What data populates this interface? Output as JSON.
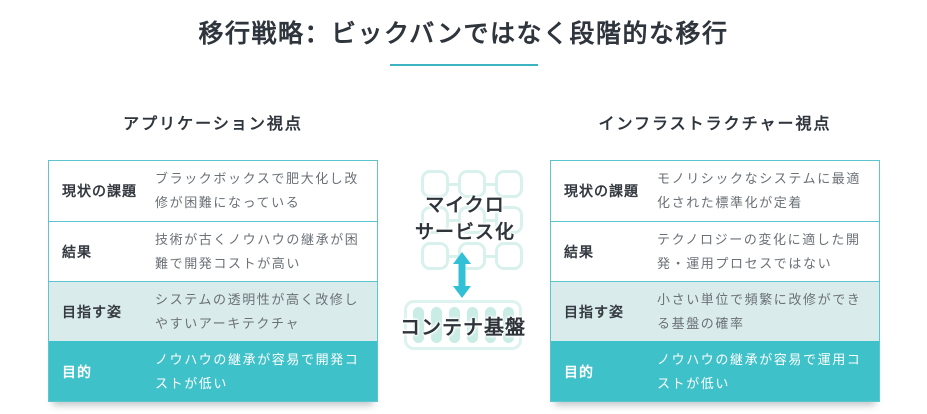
{
  "page": {
    "title": "移行戦略：ビックバンではなく段階的な移行"
  },
  "colors": {
    "accent_teal": "#3ec1c9",
    "border_teal": "#5ec5ce",
    "underline_teal": "#3db4c4",
    "light_row_bg": "#d9ebeb",
    "pale_icon_teal": "#d9f1ec",
    "arrow_teal": "#32c0d6",
    "title_text": "#2f353c",
    "value_text": "#6b7177"
  },
  "left_panel": {
    "header": "アプリケーション視点",
    "rows": [
      {
        "label": "現状の課題",
        "value": "ブラックボックスで肥大化し改修が困難になっている"
      },
      {
        "label": "結果",
        "value": "技術が古くノウハウの継承が困難で開発コストが高い"
      },
      {
        "label": "目指す姿",
        "value": "システムの透明性が高く改修しやすいアーキテクチャ"
      },
      {
        "label": "目的",
        "value": "ノウハウの継承が容易で開発コストが低い"
      }
    ]
  },
  "right_panel": {
    "header": "インフラストラクチャー視点",
    "rows": [
      {
        "label": "現状の課題",
        "value": "モノリシックなシステムに最適化された標準化が定着"
      },
      {
        "label": "結果",
        "value": "テクノロジーの変化に適した開発・運用プロセスではない"
      },
      {
        "label": "目指す姿",
        "value": "小さい単位で頻繁に改修ができる基盤の確率"
      },
      {
        "label": "目的",
        "value": "ノウハウの継承が容易で運用コストが低い"
      }
    ]
  },
  "center": {
    "microservices_lines": [
      "マイクロ",
      "サービス化"
    ],
    "container_label": "コンテナ基盤",
    "icons": {
      "microservices": "microservices-grid-icon",
      "arrow": "double-arrow-icon",
      "container": "container-pills-icon"
    }
  }
}
